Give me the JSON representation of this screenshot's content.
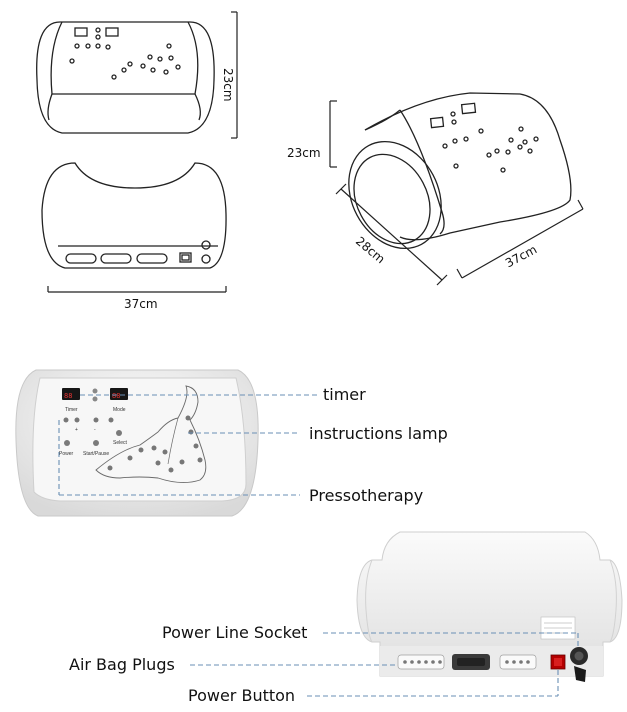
{
  "dimensions": {
    "front_height": "23cm",
    "back_width": "37cm",
    "iso_height": "23cm",
    "iso_depth": "28cm",
    "iso_width": "37cm"
  },
  "callouts": {
    "timer": "timer",
    "instructions_lamp": "instructions lamp",
    "pressotherapy": "Pressotherapy",
    "power_line_socket": "Power Line Socket",
    "air_bag_plugs": "Air Bag Plugs",
    "power_button": "Power Button"
  },
  "panel_text": {
    "timer": "Timer",
    "mode": "Mode",
    "power": "Power",
    "start_pause": "Start/Pause",
    "select": "Select",
    "plus": "+",
    "minus": "-"
  },
  "colors": {
    "outline": "#222222",
    "leader": "#6a8fb5",
    "device_body": "#eeeeee",
    "display_red": "#e43333"
  }
}
